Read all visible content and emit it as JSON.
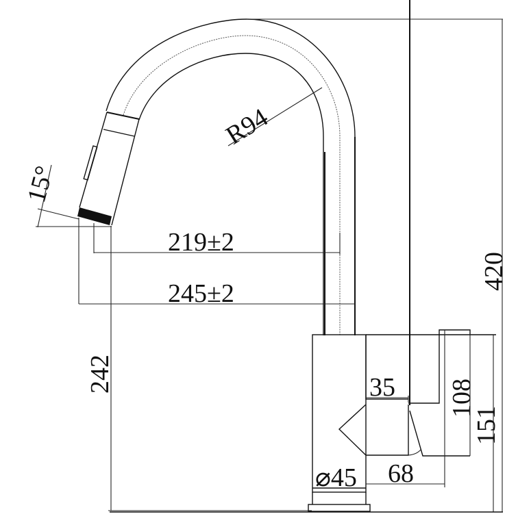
{
  "drawing": {
    "subject": "Pull-down kitchen faucet side-view dimension drawing",
    "line_color": "#111111",
    "background": "#ffffff"
  },
  "dimensions": {
    "spout_radius": "R94",
    "spray_angle": "15°",
    "reach_to_spray_center": "219±2",
    "reach_total": "245±2",
    "spout_outlet_height": "242",
    "total_height": "420",
    "handle_width": "35",
    "handle_height": "108",
    "body_height": "151",
    "base_diameter": "⌀45",
    "handle_reach": "68"
  }
}
